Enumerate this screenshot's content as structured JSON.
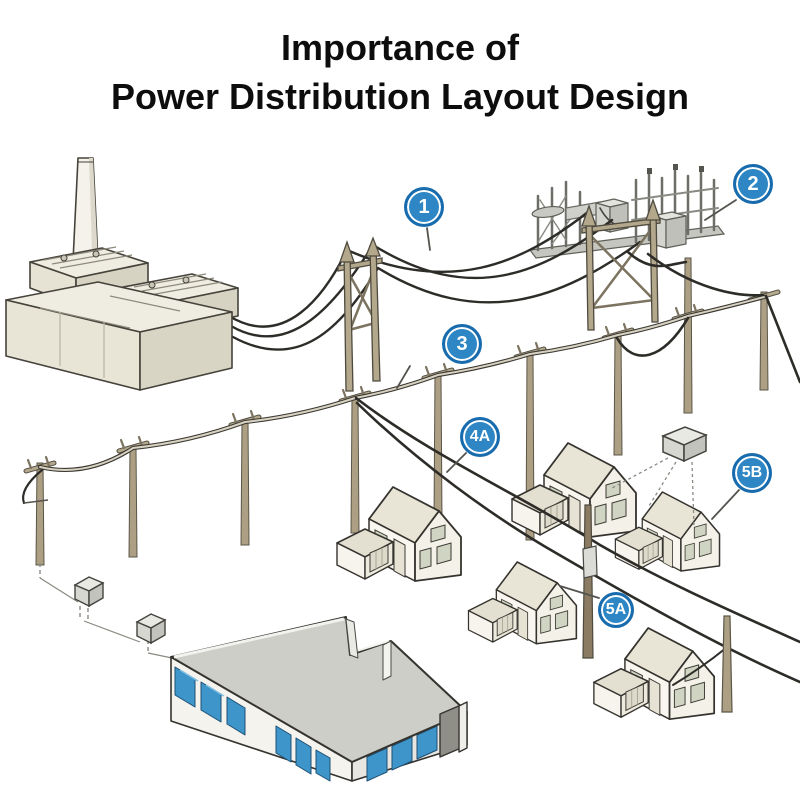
{
  "title": {
    "line1": "Importance of",
    "line2": "Power Distribution Layout Design"
  },
  "badges": [
    {
      "label": "1"
    },
    {
      "label": "2"
    },
    {
      "label": "3"
    },
    {
      "label": "4A"
    },
    {
      "label": "5B"
    },
    {
      "label": "5A"
    }
  ],
  "colors": {
    "background": "#ffffff",
    "title_text": "#0d0d0d",
    "badge_fill": "#2e86c4",
    "badge_ring": "#186cae",
    "badge_text": "#ffffff",
    "wire": "#2e2c28",
    "pole_tan": "#ad9f83",
    "structure_tan": "#b3a78c",
    "building_cream": "#efede1",
    "roof_gray": "#cecec8",
    "window_blue": "#3e95c9",
    "outline_dark": "#35332e"
  }
}
